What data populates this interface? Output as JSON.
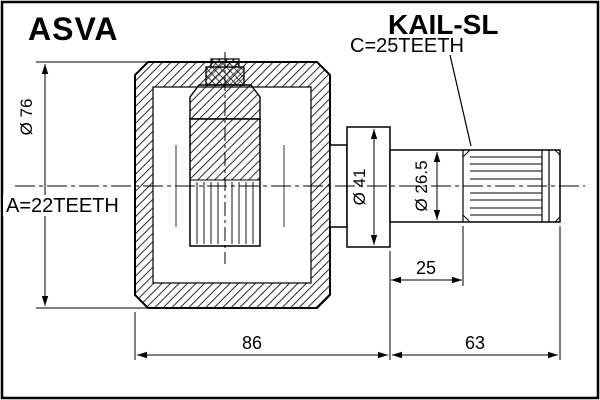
{
  "header": {
    "brand": "ASVA",
    "part_number": "KAIL-SL"
  },
  "annotations": {
    "spline_c": "C=25TEETH",
    "spline_a": "A=22TEETH"
  },
  "dimensions": {
    "outer_diameter": "Ø 76",
    "flange_diameter": "Ø 41",
    "shaft_diameter": "Ø 26.5",
    "shaft_plain_length": "25",
    "body_length": "86",
    "stub_length": "63"
  },
  "colors": {
    "ink": "#000000",
    "background": "#ffffff"
  }
}
